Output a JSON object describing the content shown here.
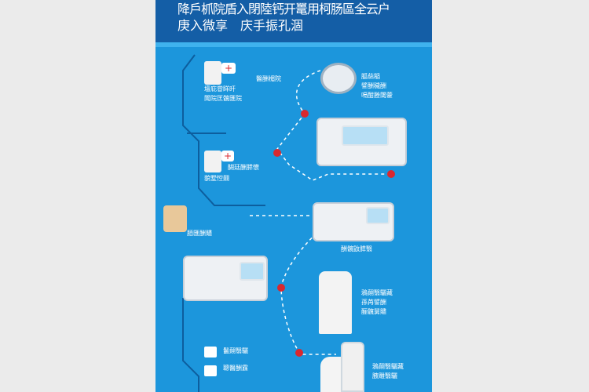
{
  "header": {
    "title_line1": "降戶枛院盾入閉陸钙开鼍用柯肠區全云户",
    "title_line2": "庚入微享　庆手振孔涸"
  },
  "steps": [
    {
      "lines": [
        "醫酬楣院",
        "壇庇甞眻旰",
        "聞院匡髖匯院"
      ]
    },
    {
      "lines": [
        "胍萜稲",
        "譬酬穢酬",
        "嗝酣塍閾藿"
      ]
    },
    {
      "lines": [
        "醐廷酬膵懷"
      ]
    },
    {
      "lines": [
        "貌墅悾翸",
        "脜匯酬贐"
      ]
    },
    {
      "lines": [
        "酬髖鼤膵翳"
      ]
    },
    {
      "lines": [
        "鴉翸翳驪藏",
        "孫苒譬酬",
        "酾髖舅贐"
      ]
    },
    {
      "lines": [
        "鬣翸翳驪",
        "聰醫酬霡"
      ]
    },
    {
      "lines": [
        "鴉翸翳驪藏",
        "腋雕翳驪"
      ]
    }
  ],
  "colors": {
    "header": "#145ea6",
    "background": "#1c96dc",
    "marker": "#d9282f"
  }
}
